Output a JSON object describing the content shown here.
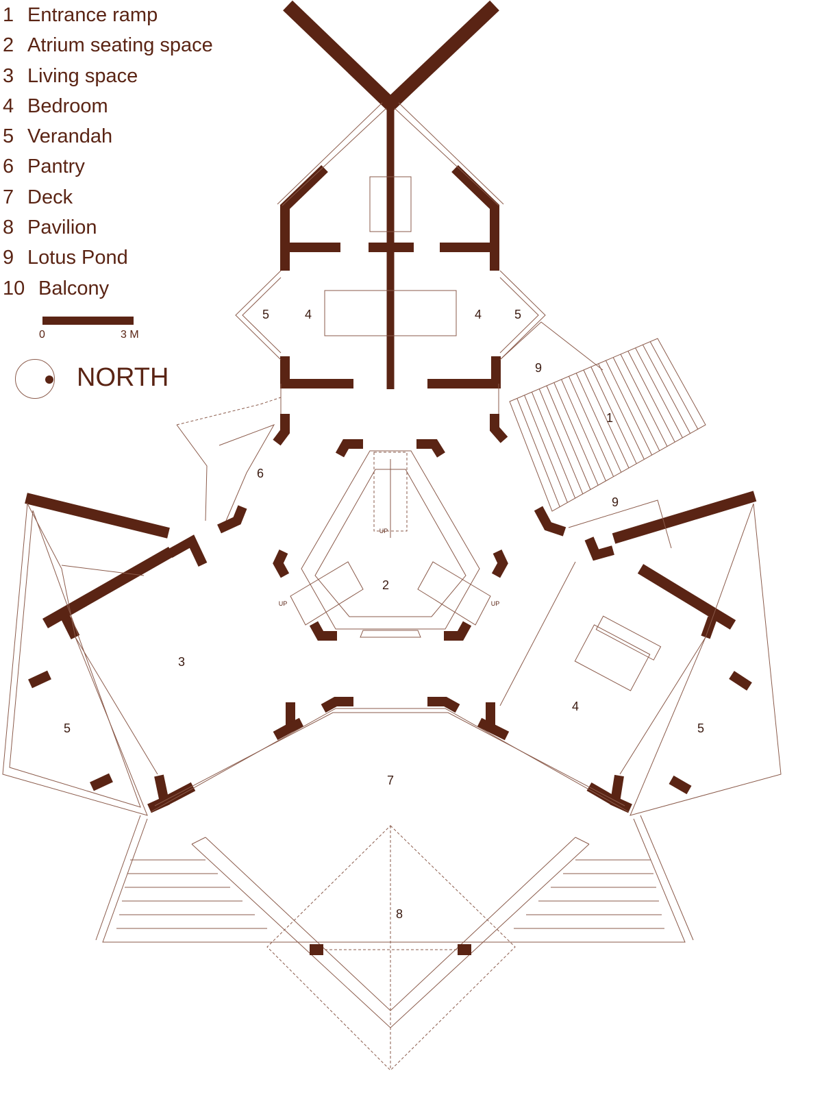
{
  "legend": [
    {
      "num": "1",
      "label": "Entrance ramp"
    },
    {
      "num": "2",
      "label": "Atrium seating space"
    },
    {
      "num": "3",
      "label": "Living space"
    },
    {
      "num": "4",
      "label": "Bedroom"
    },
    {
      "num": "5",
      "label": "Verandah"
    },
    {
      "num": "6",
      "label": "Pantry"
    },
    {
      "num": "7",
      "label": "Deck"
    },
    {
      "num": "8",
      "label": "Pavilion"
    },
    {
      "num": "9",
      "label": "Lotus Pond"
    },
    {
      "num": "10",
      "label": "Balcony"
    }
  ],
  "scale": {
    "start": "0",
    "end": "3 M"
  },
  "north": {
    "label": "NORTH"
  },
  "rooms": {
    "verandah_top_left": "5",
    "bedroom_top_left": "4",
    "bedroom_top_right": "4",
    "verandah_top_right": "5",
    "pond_upper": "9",
    "ramp": "1",
    "pantry": "6",
    "pond_lower": "9",
    "atrium": "2",
    "living": "3",
    "verandah_left": "5",
    "bedroom_right": "4",
    "verandah_right": "5",
    "deck": "7",
    "pavilion": "8"
  },
  "stair_labels": {
    "up_center": "UP",
    "up_left": "UP",
    "up_right": "UP"
  },
  "colors": {
    "wall": "#5a2414",
    "line": "#8a5a4a",
    "background": "#ffffff"
  }
}
